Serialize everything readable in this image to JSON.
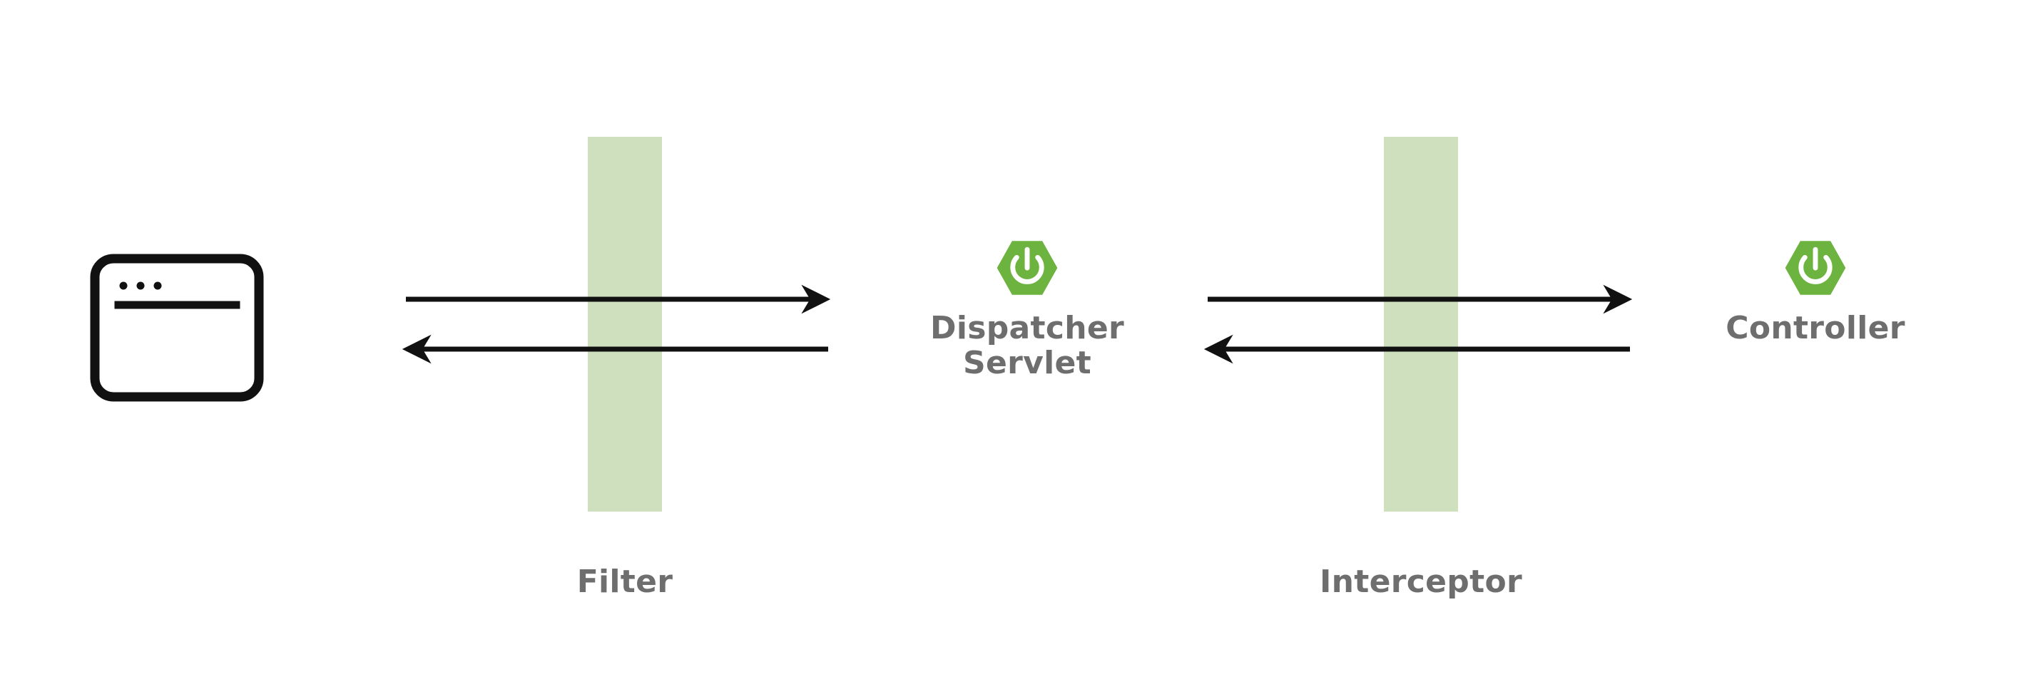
{
  "diagram": {
    "title": "Spring MVC request flow: Filter and Interceptor",
    "background_color": "#ffffff",
    "accent_green": "#6db33f",
    "band_green": "#cfe0be",
    "label_color": "#6e6e6e",
    "line_color": "#111111"
  },
  "client": {
    "icon": "browser-window-icon",
    "dots_count": 3
  },
  "bands": [
    {
      "id": "filter",
      "label": "Filter",
      "color": "#cfe0be"
    },
    {
      "id": "interceptor",
      "label": "Interceptor",
      "color": "#cfe0be"
    }
  ],
  "nodes": [
    {
      "id": "dispatcher-servlet",
      "icon": "spring-boot-logo-icon",
      "label_lines": [
        "Dispatcher",
        "Servlet"
      ],
      "label": "Dispatcher Servlet"
    },
    {
      "id": "controller",
      "icon": "spring-boot-logo-icon",
      "label_lines": [
        "Controller"
      ],
      "label": "Controller"
    }
  ],
  "flows": [
    {
      "id": "client-to-dispatcher",
      "from": "client",
      "to": "dispatcher-servlet",
      "through": "filter",
      "request_direction": "right",
      "response_direction": "left"
    },
    {
      "id": "dispatcher-to-controller",
      "from": "dispatcher-servlet",
      "to": "controller",
      "through": "interceptor",
      "request_direction": "right",
      "response_direction": "left"
    }
  ]
}
